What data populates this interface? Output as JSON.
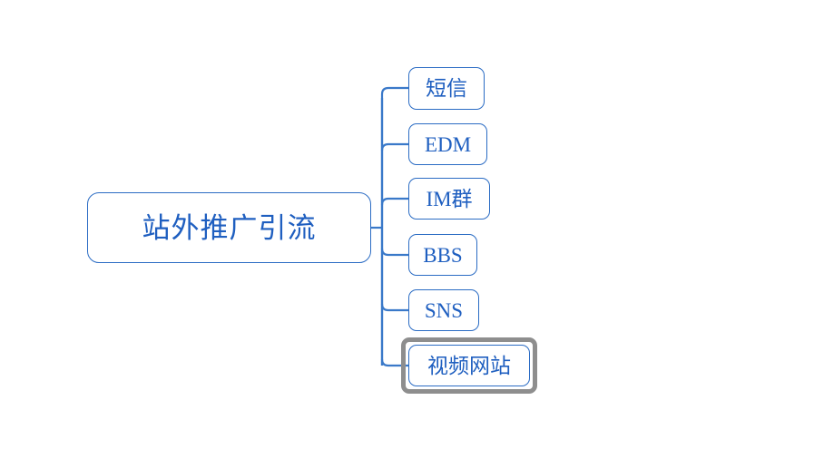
{
  "diagram": {
    "type": "mind-map",
    "background_color": "#ffffff",
    "node_border_color": "#2b6cc4",
    "node_text_color": "#1f5fc0",
    "connector_color": "#3a79c9",
    "selection_border_color": "#8e8e8e",
    "root": {
      "label": "站外推广引流"
    },
    "children": [
      {
        "label": "短信",
        "selected": false
      },
      {
        "label": "EDM",
        "selected": false
      },
      {
        "label": "IM群",
        "selected": false
      },
      {
        "label": "BBS",
        "selected": false
      },
      {
        "label": "SNS",
        "selected": false
      },
      {
        "label": "视频网站",
        "selected": true
      }
    ]
  }
}
